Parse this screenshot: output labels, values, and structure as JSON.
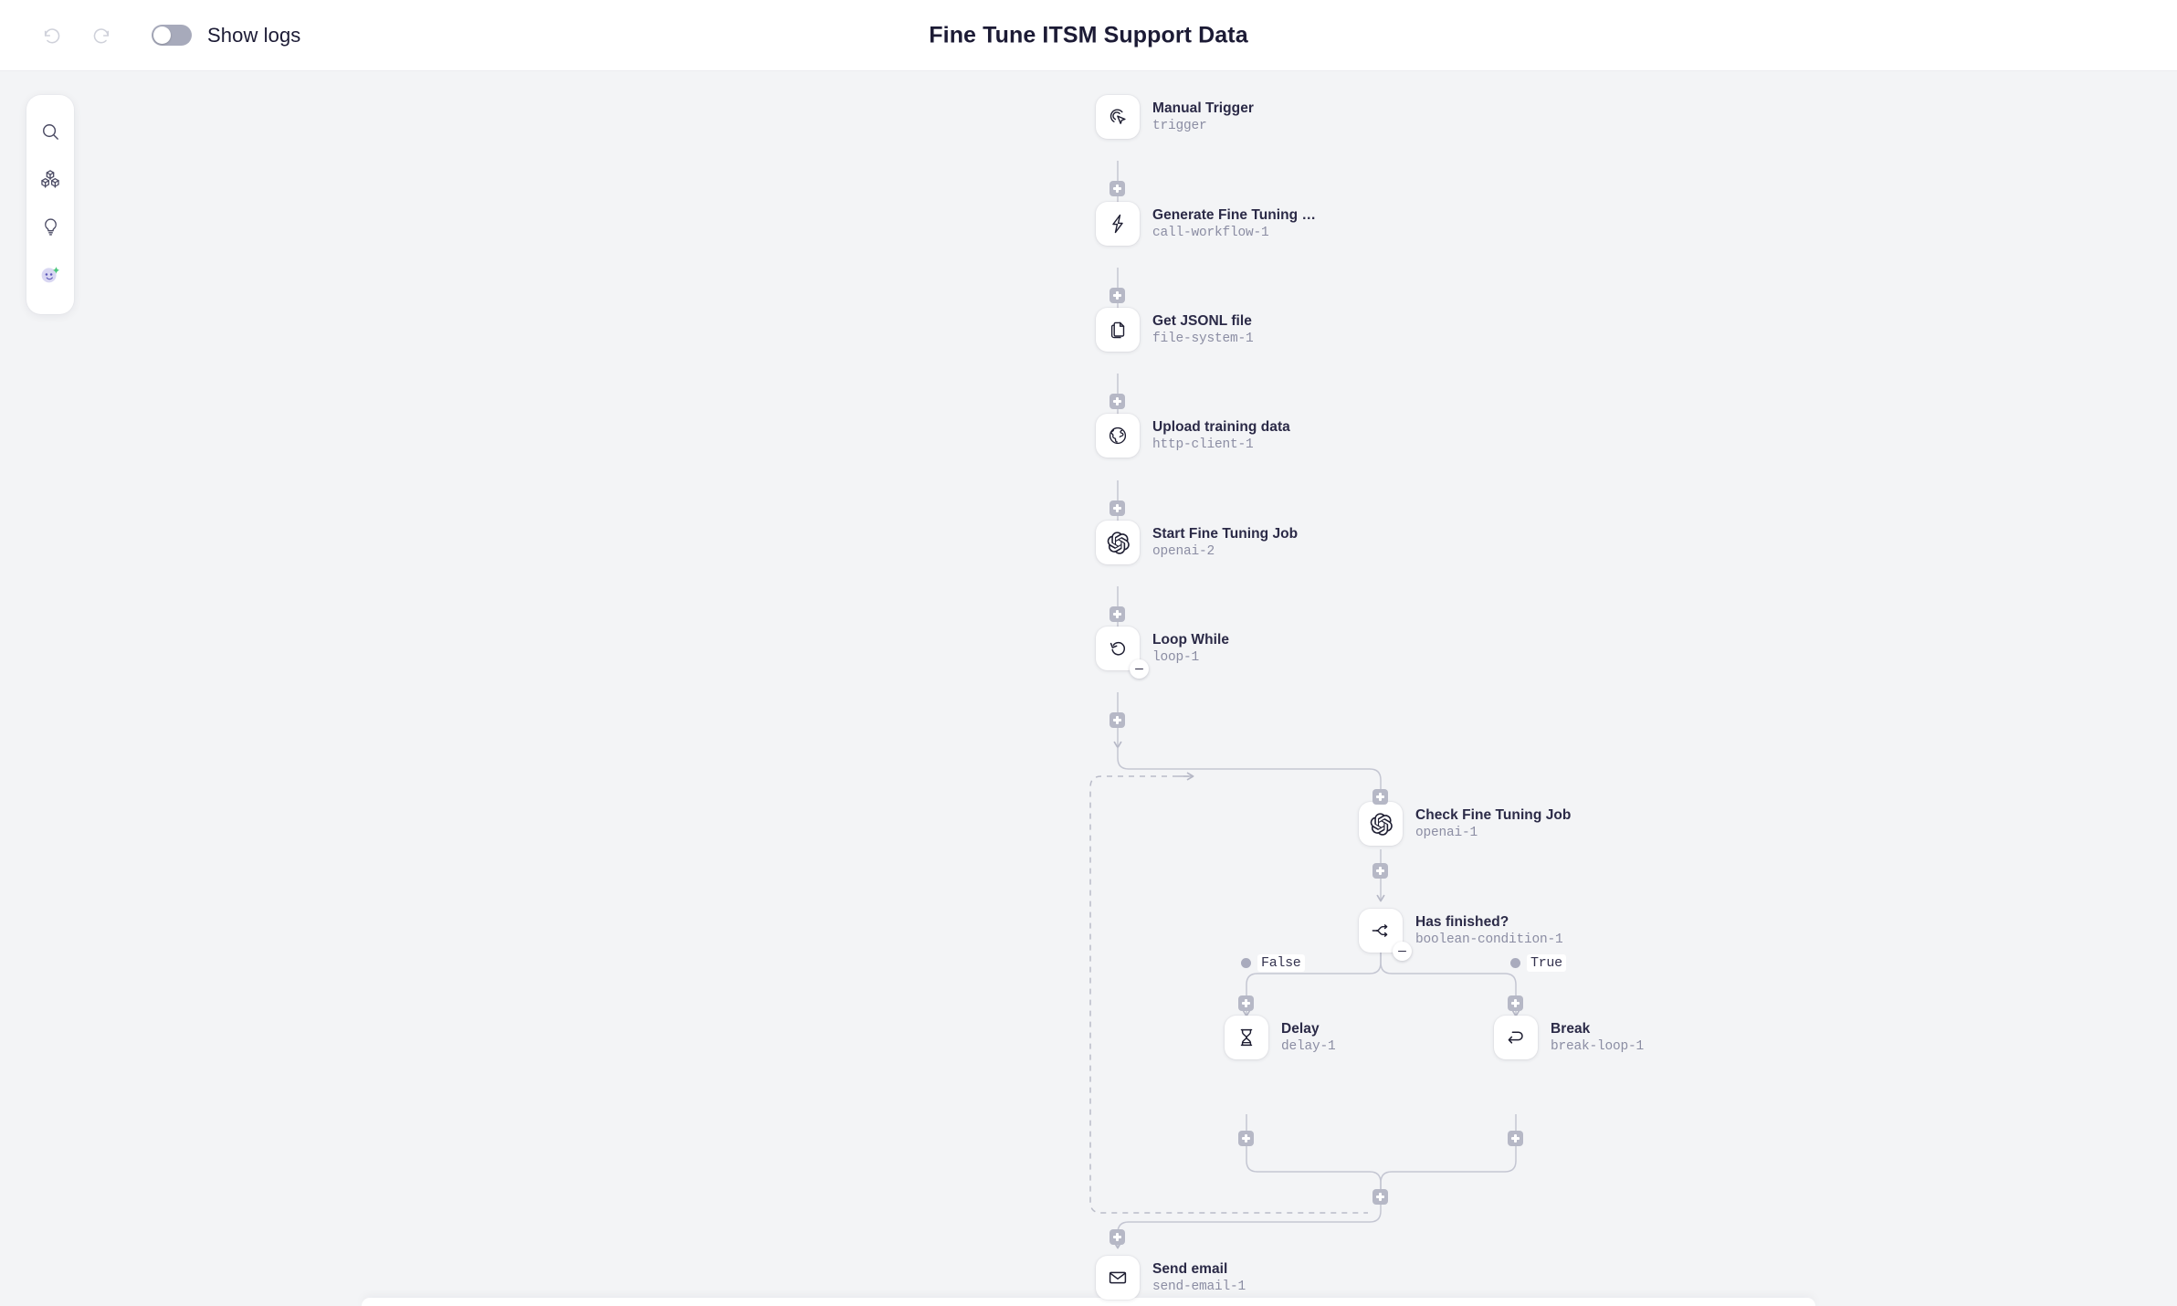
{
  "window": {
    "title": "Fine Tune ITSM Support Data"
  },
  "toolbar": {
    "undo_icon": "undo-icon",
    "redo_icon": "redo-icon",
    "show_logs_label": "Show logs",
    "show_logs_state": "off"
  },
  "rail": {
    "items": [
      {
        "icon": "search-icon",
        "name": "search"
      },
      {
        "icon": "blocks-icon",
        "name": "blocks"
      },
      {
        "icon": "lightbulb-icon",
        "name": "ideas"
      },
      {
        "icon": "ai-assistant-icon",
        "name": "ai-assistant"
      }
    ]
  },
  "workflow": {
    "nodes": [
      {
        "id": "n1",
        "title": "Manual Trigger",
        "subtitle": "trigger",
        "icon": "cursor-target-icon"
      },
      {
        "id": "n2",
        "title": "Generate Fine Tuning …",
        "subtitle": "call-workflow-1",
        "icon": "lightning-icon"
      },
      {
        "id": "n3",
        "title": "Get JSONL file",
        "subtitle": "file-system-1",
        "icon": "files-icon"
      },
      {
        "id": "n4",
        "title": "Upload training data",
        "subtitle": "http-client-1",
        "icon": "globe-icon"
      },
      {
        "id": "n5",
        "title": "Start Fine Tuning Job",
        "subtitle": "openai-2",
        "icon": "openai-icon"
      },
      {
        "id": "n6",
        "title": "Loop While",
        "subtitle": "loop-1",
        "icon": "loop-icon",
        "collapsible": true
      },
      {
        "id": "n7",
        "title": "Check Fine Tuning Job",
        "subtitle": "openai-1",
        "icon": "openai-icon"
      },
      {
        "id": "n8",
        "title": "Has finished?",
        "subtitle": "boolean-condition-1",
        "icon": "branch-icon",
        "collapsible": true
      },
      {
        "id": "n9",
        "title": "Delay",
        "subtitle": "delay-1",
        "icon": "hourglass-icon"
      },
      {
        "id": "n10",
        "title": "Break",
        "subtitle": "break-loop-1",
        "icon": "break-loop-icon"
      },
      {
        "id": "n11",
        "title": "Send email",
        "subtitle": "send-email-1",
        "icon": "envelope-icon"
      }
    ],
    "branches": [
      {
        "label": "False",
        "from": "n8",
        "to": "n9"
      },
      {
        "label": "True",
        "from": "n8",
        "to": "n10"
      }
    ],
    "add_step_label": "+"
  },
  "colors": {
    "canvas_bg": "#f3f4f6",
    "panel_bg": "#ffffff",
    "title_text": "#1c1b35",
    "node_title": "#2b2a47",
    "node_subtitle": "#8b8da3",
    "edge": "#c2c4d0",
    "handle": "#b6b8c6",
    "toggle_off": "#a7aabb",
    "ai_accent": "#4cc77d"
  }
}
